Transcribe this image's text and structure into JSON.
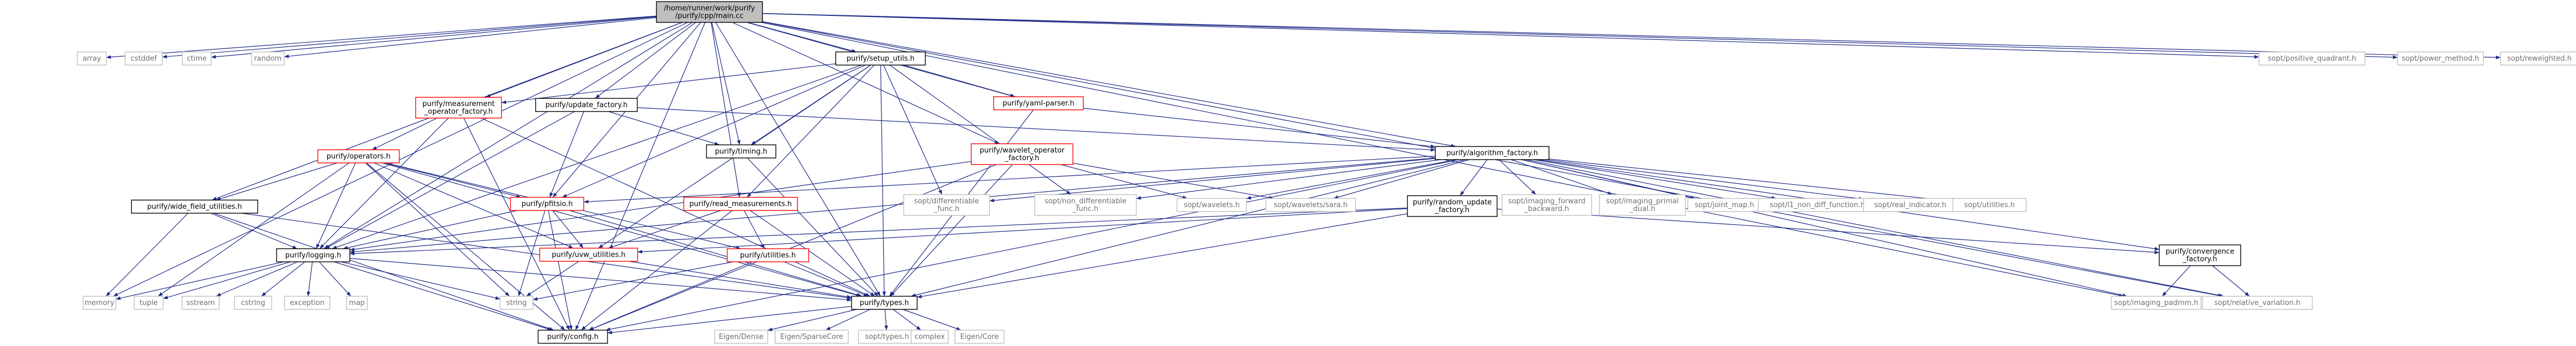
{
  "colors": {
    "edge": "#1c2a86",
    "root_fill": "#bfbfbf",
    "default_border": "#000000",
    "link_border": "#bfbfbf",
    "red_border": "#ff0000",
    "default_text": "#000000",
    "link_text": "#6f6f6f"
  },
  "nodes": [
    {
      "id": "main",
      "lines": [
        "/home/runner/work/purify",
        "/purify/cpp/main.cc"
      ],
      "style": "root"
    },
    {
      "id": "setup",
      "lines": [
        "purify/setup_utils.h"
      ],
      "style": "default"
    },
    {
      "id": "meas",
      "lines": [
        "purify/measurement",
        "_operator_factory.h"
      ],
      "style": "red"
    },
    {
      "id": "upd",
      "lines": [
        "purify/update_factory.h"
      ],
      "style": "default"
    },
    {
      "id": "yaml",
      "lines": [
        "purify/yaml-parser.h"
      ],
      "style": "red"
    },
    {
      "id": "ops",
      "lines": [
        "purify/operators.h"
      ],
      "style": "red"
    },
    {
      "id": "timing",
      "lines": [
        "purify/timing.h"
      ],
      "style": "default"
    },
    {
      "id": "wavop",
      "lines": [
        "purify/wavelet_operator",
        "_factory.h"
      ],
      "style": "red"
    },
    {
      "id": "alg",
      "lines": [
        "purify/algorithm_factory.h"
      ],
      "style": "default"
    },
    {
      "id": "wide",
      "lines": [
        "purify/wide_field_utilities.h"
      ],
      "style": "default"
    },
    {
      "id": "pfits",
      "lines": [
        "purify/pfitsio.h"
      ],
      "style": "red"
    },
    {
      "id": "readm",
      "lines": [
        "purify/read_measurements.h"
      ],
      "style": "red"
    },
    {
      "id": "randupd",
      "lines": [
        "purify/random_update",
        "_factory.h"
      ],
      "style": "default"
    },
    {
      "id": "logging",
      "lines": [
        "purify/logging.h"
      ],
      "style": "default"
    },
    {
      "id": "uvw",
      "lines": [
        "purify/uvw_utilities.h"
      ],
      "style": "red"
    },
    {
      "id": "utilities",
      "lines": [
        "purify/utilities.h"
      ],
      "style": "red"
    },
    {
      "id": "types",
      "lines": [
        "purify/types.h"
      ],
      "style": "default"
    },
    {
      "id": "config",
      "lines": [
        "purify/config.h"
      ],
      "style": "default"
    },
    {
      "id": "conv",
      "lines": [
        "purify/convergence",
        "_factory.h"
      ],
      "style": "default"
    },
    {
      "id": "array",
      "lines": [
        "array"
      ],
      "style": "link"
    },
    {
      "id": "cstddef",
      "lines": [
        "cstddef"
      ],
      "style": "link"
    },
    {
      "id": "ctime",
      "lines": [
        "ctime"
      ],
      "style": "link"
    },
    {
      "id": "random",
      "lines": [
        "random"
      ],
      "style": "link"
    },
    {
      "id": "posq",
      "lines": [
        "sopt/positive_quadrant.h"
      ],
      "style": "link"
    },
    {
      "id": "powm",
      "lines": [
        "sopt/power_method.h"
      ],
      "style": "link"
    },
    {
      "id": "rew",
      "lines": [
        "sopt/reweighted.h"
      ],
      "style": "link"
    },
    {
      "id": "diff",
      "lines": [
        "sopt/differentiable",
        "_func.h"
      ],
      "style": "link"
    },
    {
      "id": "nondiff",
      "lines": [
        "sopt/non_differentiable",
        "_func.h"
      ],
      "style": "link"
    },
    {
      "id": "wavelets",
      "lines": [
        "sopt/wavelets.h"
      ],
      "style": "link"
    },
    {
      "id": "sara",
      "lines": [
        "sopt/wavelets/sara.h"
      ],
      "style": "link"
    },
    {
      "id": "imfb",
      "lines": [
        "sopt/imaging_forward",
        "_backward.h"
      ],
      "style": "link"
    },
    {
      "id": "impd",
      "lines": [
        "sopt/imaging_primal",
        "_dual.h"
      ],
      "style": "link"
    },
    {
      "id": "jmap",
      "lines": [
        "sopt/joint_map.h"
      ],
      "style": "link"
    },
    {
      "id": "l1nd",
      "lines": [
        "sopt/l1_non_diff_function.h"
      ],
      "style": "link"
    },
    {
      "id": "realind",
      "lines": [
        "sopt/real_indicator.h"
      ],
      "style": "link"
    },
    {
      "id": "soptutil",
      "lines": [
        "sopt/utilities.h"
      ],
      "style": "link"
    },
    {
      "id": "padmm",
      "lines": [
        "sopt/imaging_padmm.h"
      ],
      "style": "link"
    },
    {
      "id": "relvar",
      "lines": [
        "sopt/relative_variation.h"
      ],
      "style": "link"
    },
    {
      "id": "memory",
      "lines": [
        "memory"
      ],
      "style": "link"
    },
    {
      "id": "tuple",
      "lines": [
        "tuple"
      ],
      "style": "link"
    },
    {
      "id": "sstream",
      "lines": [
        "sstream"
      ],
      "style": "link"
    },
    {
      "id": "cstring",
      "lines": [
        "cstring"
      ],
      "style": "link"
    },
    {
      "id": "exception",
      "lines": [
        "exception"
      ],
      "style": "link"
    },
    {
      "id": "map",
      "lines": [
        "map"
      ],
      "style": "link"
    },
    {
      "id": "string",
      "lines": [
        "string"
      ],
      "style": "link"
    },
    {
      "id": "edense",
      "lines": [
        "Eigen/Dense"
      ],
      "style": "link"
    },
    {
      "id": "esparse",
      "lines": [
        "Eigen/SparseCore"
      ],
      "style": "link"
    },
    {
      "id": "stypes",
      "lines": [
        "sopt/types.h"
      ],
      "style": "link"
    },
    {
      "id": "complex",
      "lines": [
        "complex"
      ],
      "style": "link"
    },
    {
      "id": "ecore",
      "lines": [
        "Eigen/Core"
      ],
      "style": "link"
    }
  ],
  "edges": [
    [
      "main",
      "array"
    ],
    [
      "main",
      "cstddef"
    ],
    [
      "main",
      "ctime"
    ],
    [
      "main",
      "random"
    ],
    [
      "main",
      "posq"
    ],
    [
      "main",
      "powm"
    ],
    [
      "main",
      "rew"
    ],
    [
      "main",
      "setup"
    ],
    [
      "main",
      "meas"
    ],
    [
      "main",
      "upd"
    ],
    [
      "main",
      "yaml"
    ],
    [
      "main",
      "timing"
    ],
    [
      "main",
      "wavop"
    ],
    [
      "main",
      "alg"
    ],
    [
      "main",
      "wide"
    ],
    [
      "main",
      "pfits"
    ],
    [
      "main",
      "readm"
    ],
    [
      "main",
      "logging"
    ],
    [
      "main",
      "types"
    ],
    [
      "main",
      "config"
    ],
    [
      "main",
      "memory"
    ],
    [
      "main",
      "padmm"
    ],
    [
      "main",
      "relvar"
    ],
    [
      "setup",
      "yaml"
    ],
    [
      "setup",
      "meas"
    ],
    [
      "setup",
      "timing"
    ],
    [
      "setup",
      "logging"
    ],
    [
      "setup",
      "pfits"
    ],
    [
      "setup",
      "readm"
    ],
    [
      "setup",
      "types"
    ],
    [
      "setup",
      "diff"
    ],
    [
      "setup",
      "nondiff"
    ],
    [
      "setup",
      "uvw"
    ],
    [
      "meas",
      "ops"
    ],
    [
      "meas",
      "logging"
    ],
    [
      "meas",
      "types"
    ],
    [
      "meas",
      "config"
    ],
    [
      "upd",
      "alg"
    ],
    [
      "upd",
      "timing"
    ],
    [
      "upd",
      "pfits"
    ],
    [
      "upd",
      "logging"
    ],
    [
      "yaml",
      "alg"
    ],
    [
      "yaml",
      "types"
    ],
    [
      "ops",
      "wide"
    ],
    [
      "ops",
      "logging"
    ],
    [
      "ops",
      "types"
    ],
    [
      "ops",
      "uvw"
    ],
    [
      "ops",
      "utilities"
    ],
    [
      "ops",
      "config"
    ],
    [
      "ops",
      "pfits"
    ],
    [
      "ops",
      "tuple"
    ],
    [
      "ops",
      "string"
    ],
    [
      "timing",
      "types"
    ],
    [
      "wavop",
      "wavelets"
    ],
    [
      "wavop",
      "sara"
    ],
    [
      "wavop",
      "types"
    ],
    [
      "wavop",
      "logging"
    ],
    [
      "wavop",
      "config"
    ],
    [
      "alg",
      "diff"
    ],
    [
      "alg",
      "nondiff"
    ],
    [
      "alg",
      "wavelets"
    ],
    [
      "alg",
      "sara"
    ],
    [
      "alg",
      "imfb"
    ],
    [
      "alg",
      "impd"
    ],
    [
      "alg",
      "jmap"
    ],
    [
      "alg",
      "l1nd"
    ],
    [
      "alg",
      "realind"
    ],
    [
      "alg",
      "soptutil"
    ],
    [
      "alg",
      "padmm"
    ],
    [
      "alg",
      "relvar"
    ],
    [
      "alg",
      "conv"
    ],
    [
      "alg",
      "randupd"
    ],
    [
      "alg",
      "logging"
    ],
    [
      "alg",
      "pfits"
    ],
    [
      "alg",
      "types"
    ],
    [
      "alg",
      "config"
    ],
    [
      "wide",
      "logging"
    ],
    [
      "wide",
      "types"
    ],
    [
      "wide",
      "config"
    ],
    [
      "wide",
      "memory"
    ],
    [
      "pfits",
      "uvw"
    ],
    [
      "pfits",
      "types"
    ],
    [
      "pfits",
      "config"
    ],
    [
      "pfits",
      "string"
    ],
    [
      "pfits",
      "logging"
    ],
    [
      "readm",
      "uvw"
    ],
    [
      "readm",
      "utilities"
    ],
    [
      "readm",
      "types"
    ],
    [
      "readm",
      "config"
    ],
    [
      "randupd",
      "logging"
    ],
    [
      "randupd",
      "uvw"
    ],
    [
      "randupd",
      "types"
    ],
    [
      "randupd",
      "conv"
    ],
    [
      "logging",
      "memory"
    ],
    [
      "logging",
      "tuple"
    ],
    [
      "logging",
      "sstream"
    ],
    [
      "logging",
      "cstring"
    ],
    [
      "logging",
      "exception"
    ],
    [
      "logging",
      "map"
    ],
    [
      "logging",
      "string"
    ],
    [
      "logging",
      "config"
    ],
    [
      "logging",
      "types"
    ],
    [
      "uvw",
      "types"
    ],
    [
      "uvw",
      "string"
    ],
    [
      "utilities",
      "types"
    ],
    [
      "utilities",
      "config"
    ],
    [
      "utilities",
      "string"
    ],
    [
      "types",
      "edense"
    ],
    [
      "types",
      "esparse"
    ],
    [
      "types",
      "stypes"
    ],
    [
      "types",
      "complex"
    ],
    [
      "types",
      "ecore"
    ],
    [
      "types",
      "config"
    ],
    [
      "conv",
      "padmm"
    ],
    [
      "conv",
      "relvar"
    ]
  ]
}
